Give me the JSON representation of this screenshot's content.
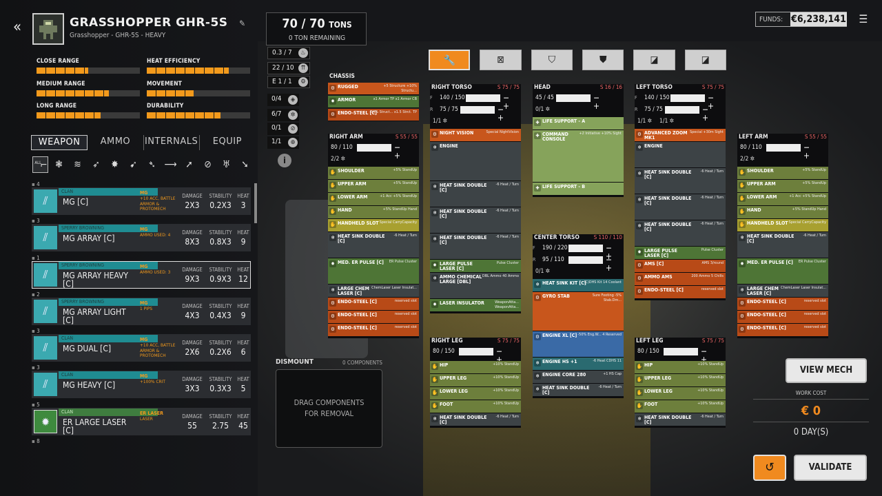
{
  "mech": {
    "title": "GRASSHOPPER GHR-5S",
    "subtitle": "Grasshopper - GHR-5S - HEAVY"
  },
  "tons": {
    "current": "70",
    "max": "70",
    "unit": "TONS",
    "remaining": "0 TON REMAINING"
  },
  "funds": {
    "label": "FUNDS:",
    "value": "€6,238,141"
  },
  "stats": [
    {
      "label": "CLOSE RANGE",
      "level": 0.5
    },
    {
      "label": "HEAT EFFICIENCY",
      "level": 0.79
    },
    {
      "label": "MEDIUM RANGE",
      "level": 0.7
    },
    {
      "label": "MOVEMENT",
      "level": 0.45
    },
    {
      "label": "LONG RANGE",
      "level": 0.62
    },
    {
      "label": "DURABILITY",
      "level": 0.71
    }
  ],
  "midstats": [
    {
      "value": "0.3 / 7",
      "icon": "heat-icon"
    },
    {
      "value": "22 / 10",
      "icon": "jump-icon"
    },
    {
      "value": "E 1 / 1",
      "icon": "engine-icon"
    },
    {
      "value": "0/4",
      "icon": "armor-icon"
    },
    {
      "value": "6/7",
      "icon": "heatsink-icon"
    },
    {
      "value": "0/1",
      "icon": "ams-icon"
    },
    {
      "value": "1/1",
      "icon": "target-icon"
    }
  ],
  "tabs": [
    "WEAPON",
    "AMMO",
    "INTERNALS",
    "EQUIP"
  ],
  "filter_all": "ALL",
  "weapon_head": {
    "damage": "DAMAGE",
    "stability": "STABILITY",
    "heat": "HEAT"
  },
  "weapons": [
    {
      "count": "4",
      "maker": "CLAN",
      "name": "MG [C]",
      "cls": "MG",
      "note": "+10 ACC, BATTLE ARMOR & PROTOMECH",
      "damage": "2X3",
      "stability": "0.2X3",
      "heat": "3"
    },
    {
      "count": "3",
      "maker": "SPERRY BROWNING",
      "name": "MG ARRAY [C]",
      "cls": "MG",
      "note": "AMMO USED: 4",
      "damage": "8X3",
      "stability": "0.8X3",
      "heat": "9"
    },
    {
      "count": "1",
      "maker": "SPERRY BROWNING",
      "name": "MG ARRAY HEAVY [C]",
      "cls": "MG",
      "note": "AMMO USED: 3",
      "damage": "9X3",
      "stability": "0.9X3",
      "heat": "12"
    },
    {
      "count": "2",
      "maker": "SPERRY BROWNING",
      "name": "MG ARRAY LIGHT [C]",
      "cls": "MG",
      "note": "1 PIPS",
      "damage": "4X3",
      "stability": "0.4X3",
      "heat": "9"
    },
    {
      "count": "3",
      "maker": "CLAN",
      "name": "MG DUAL [C]",
      "cls": "MG",
      "note": "+10 ACC, BATTLE ARMOR & PROTOMECH",
      "damage": "2X6",
      "stability": "0.2X6",
      "heat": "6"
    },
    {
      "count": "3",
      "maker": "CLAN",
      "name": "MG HEAVY [C]",
      "cls": "MG",
      "note": "+100% CRIT",
      "damage": "3X3",
      "stability": "0.3X3",
      "heat": "5"
    },
    {
      "count": "5",
      "maker": "CLAN",
      "name": "ER LARGE LASER [C]",
      "cls": "ER LASER",
      "note": "LASER",
      "damage": "55",
      "stability": "2.75",
      "heat": "45"
    },
    {
      "count": "8",
      "maker": "",
      "name": "",
      "cls": "",
      "note": "",
      "damage": "",
      "stability": "",
      "heat": ""
    }
  ],
  "info_label": "i",
  "dismount": {
    "title": "DISMOUNT",
    "count": "0 COMPONENTS",
    "drop": "DRAG COMPONENTS FOR REMOVAL"
  },
  "topbuttons": [
    "wrench-icon",
    "x-square-icon",
    "x-shield-icon",
    "shield-icon",
    "slash-icon",
    "slash-icon"
  ],
  "chassis": {
    "title": "CHASSIS",
    "slots": [
      {
        "name": "RUGGED",
        "desc": "+5 Structure +10% Structu...",
        "color": "orange"
      },
      {
        "name": "ARMOR",
        "desc": "x1 Armor TP x1 Armor CB",
        "color": "green"
      },
      {
        "name": "ENDO-STEEL [C]",
        "desc": "-50% Struct... x1.5 Strct. TP",
        "color": "orange2"
      }
    ]
  },
  "locations": {
    "right_arm": {
      "title": "RIGHT ARM",
      "slots": "S 55 / 55",
      "armor": [
        {
          "f": "",
          "v": "80 / 110"
        }
      ],
      "counts": [
        "2/2"
      ],
      "items": [
        {
          "name": "SHOULDER",
          "desc": "+5% StandUp",
          "c": "olive"
        },
        {
          "name": "UPPER ARM",
          "desc": "+5% StandUp",
          "c": "olive"
        },
        {
          "name": "LOWER ARM",
          "desc": "+1 Acc +5% StandUp",
          "c": "olive"
        },
        {
          "name": "HAND",
          "desc": "+5% StandUp Hand",
          "c": "olive"
        },
        {
          "name": "HANDHELD SLOT",
          "desc": "Special CarryCapacity",
          "c": "yellow"
        },
        {
          "name": "HEAT SINK DOUBLE [C]",
          "desc": "-6 Heat / Turn",
          "c": "grey",
          "h": 2
        },
        {
          "name": "MED. ER PULSE [C]",
          "desc": "ER Pulse Cluster",
          "c": "green",
          "h": 2
        },
        {
          "name": "LARGE CHEM LASER [C]",
          "desc": "ChemLaser Laser Insulat...",
          "c": "grey"
        },
        {
          "name": "ENDO-STEEL [C]",
          "desc": "reserved slot",
          "c": "orange2"
        },
        {
          "name": "ENDO-STEEL [C]",
          "desc": "reserved slot",
          "c": "orange2"
        },
        {
          "name": "ENDO-STEEL [C]",
          "desc": "reserved slot",
          "c": "orange2"
        }
      ]
    },
    "right_torso": {
      "title": "RIGHT TORSO",
      "slots": "S 75 / 75",
      "armor": [
        {
          "f": "F",
          "v": "140 / 150"
        },
        {
          "f": "R",
          "v": "75 / 75"
        }
      ],
      "counts": [
        "1/1"
      ],
      "items": [
        {
          "name": "NIGHT VISION",
          "desc": "Special NightVision",
          "c": "orange"
        },
        {
          "name": "ENGINE",
          "desc": "",
          "c": "grey",
          "h": 3
        },
        {
          "name": "HEAT SINK DOUBLE [C]",
          "desc": "-6 Heat / Turn",
          "c": "grey",
          "h": 2
        },
        {
          "name": "HEAT SINK DOUBLE [C]",
          "desc": "-6 Heat / Turn",
          "c": "grey",
          "h": 2
        },
        {
          "name": "HEAT SINK DOUBLE [C]",
          "desc": "-6 Heat / Turn",
          "c": "grey",
          "h": 2
        },
        {
          "name": "LARGE PULSE LASER [C]",
          "desc": "Pulse Cluster",
          "c": "green"
        },
        {
          "name": "AMMO CHEMICAL LARGE [DBL]",
          "desc": "DBL Ammo 40 Ammo",
          "c": "grey",
          "h": 2
        },
        {
          "name": "LASER INSULATOR",
          "desc": "WeaponAtta... WeaponAtta...",
          "c": "green"
        }
      ]
    },
    "head": {
      "title": "HEAD",
      "slots": "S 16 / 16",
      "armor": [
        {
          "f": "",
          "v": "45 / 45"
        }
      ],
      "counts": [
        "0/1"
      ],
      "items": [
        {
          "name": "LIFE SUPPORT - A",
          "desc": "",
          "c": "ltgreen"
        },
        {
          "name": "COMMAND CONSOLE",
          "desc": "+2 Initiative +10% Sight",
          "c": "ltgreen",
          "h": 4
        },
        {
          "name": "LIFE SUPPORT - B",
          "desc": "",
          "c": "ltgreen"
        }
      ]
    },
    "center_torso": {
      "title": "CENTER TORSO",
      "slots": "S 110 / 110",
      "armor": [
        {
          "f": "F",
          "v": "190 / 220"
        },
        {
          "f": "R",
          "v": "95 / 110"
        }
      ],
      "counts": [
        "0/1"
      ],
      "items": [
        {
          "name": "HEAT SINK KIT [C]",
          "desc": "(C)DHS Kit 14 Coolant",
          "c": "teal"
        },
        {
          "name": "GYRO STAB",
          "desc": "Sure Footing -5% Stab.Dm...",
          "c": "orange",
          "h": 3
        },
        {
          "name": "ENGINE XL [C]",
          "desc": "-50% Eng.W... 4 Reserved",
          "c": "blue",
          "h": 2
        },
        {
          "name": "ENGINE HS +1",
          "desc": "-6 Heat CDHS 11",
          "c": "teal"
        },
        {
          "name": "ENGINE CORE 280",
          "desc": "+1 HS Cap",
          "c": "grey"
        },
        {
          "name": "HEAT SINK DOUBLE [C]",
          "desc": "-6 Heat / Turn",
          "c": "grey"
        }
      ]
    },
    "left_torso": {
      "title": "LEFT TORSO",
      "slots": "S 75 / 75",
      "armor": [
        {
          "f": "F",
          "v": "140 / 150"
        },
        {
          "f": "R",
          "v": "75 / 75"
        }
      ],
      "counts": [
        "1/1",
        "1/1"
      ],
      "items": [
        {
          "name": "ADVANCED ZOOM MK1",
          "desc": "Special +30m Sight",
          "c": "orange"
        },
        {
          "name": "ENGINE",
          "desc": "",
          "c": "grey",
          "h": 2
        },
        {
          "name": "HEAT SINK DOUBLE [C]",
          "desc": "-6 Heat / Turn",
          "c": "grey",
          "h": 2
        },
        {
          "name": "HEAT SINK DOUBLE [C]",
          "desc": "-6 Heat / Turn",
          "c": "grey",
          "h": 2
        },
        {
          "name": "HEAT SINK DOUBLE [C]",
          "desc": "-6 Heat / Turn",
          "c": "grey",
          "h": 2
        },
        {
          "name": "LARGE PULSE LASER [C]",
          "desc": "Pulse Cluster",
          "c": "green"
        },
        {
          "name": "AMS [C]",
          "desc": "AMS 3/round",
          "c": "orange2"
        },
        {
          "name": "AMMO AMS",
          "desc": "200 Ammo 5 Chills",
          "c": "orange2"
        },
        {
          "name": "ENDO-STEEL [C]",
          "desc": "reserved slot",
          "c": "orange2"
        }
      ]
    },
    "left_arm": {
      "title": "LEFT ARM",
      "slots": "S 55 / 55",
      "armor": [
        {
          "f": "",
          "v": "80 / 110"
        }
      ],
      "counts": [
        "2/2"
      ],
      "items": [
        {
          "name": "SHOULDER",
          "desc": "+5% StandUp",
          "c": "olive"
        },
        {
          "name": "UPPER ARM",
          "desc": "+5% StandUp",
          "c": "olive"
        },
        {
          "name": "LOWER ARM",
          "desc": "+1 Acc +5% StandUp",
          "c": "olive"
        },
        {
          "name": "HAND",
          "desc": "+5% StandUp Hand",
          "c": "olive"
        },
        {
          "name": "HANDHELD SLOT",
          "desc": "Special CarryCapacity",
          "c": "yellow"
        },
        {
          "name": "HEAT SINK DOUBLE [C]",
          "desc": "-6 Heat / Turn",
          "c": "grey",
          "h": 2
        },
        {
          "name": "MED. ER PULSE [C]",
          "desc": "ER Pulse Cluster",
          "c": "green",
          "h": 2
        },
        {
          "name": "LARGE CHEM LASER [C]",
          "desc": "ChemLaser Laser Insulat...",
          "c": "grey"
        },
        {
          "name": "ENDO-STEEL [C]",
          "desc": "reserved slot",
          "c": "orange2"
        },
        {
          "name": "ENDO-STEEL [C]",
          "desc": "reserved slot",
          "c": "orange2"
        },
        {
          "name": "ENDO-STEEL [C]",
          "desc": "reserved slot",
          "c": "orange2"
        }
      ]
    },
    "right_leg": {
      "title": "RIGHT LEG",
      "slots": "S 75 / 75",
      "armor": [
        {
          "f": "",
          "v": "80 / 150"
        }
      ],
      "counts": [],
      "items": [
        {
          "name": "HIP",
          "desc": "+10% StandUp",
          "c": "olive"
        },
        {
          "name": "UPPER LEG",
          "desc": "+10% StandUp",
          "c": "olive"
        },
        {
          "name": "LOWER LEG",
          "desc": "+10% StandUp",
          "c": "olive"
        },
        {
          "name": "FOOT",
          "desc": "+10% StandUp",
          "c": "olive"
        },
        {
          "name": "HEAT SINK DOUBLE [C]",
          "desc": "-6 Heat / Turn",
          "c": "grey"
        }
      ]
    },
    "left_leg": {
      "title": "LEFT LEG",
      "slots": "S 75 / 75",
      "armor": [
        {
          "f": "",
          "v": "80 / 150"
        }
      ],
      "counts": [],
      "items": [
        {
          "name": "HIP",
          "desc": "+10% StandUp",
          "c": "olive"
        },
        {
          "name": "UPPER LEG",
          "desc": "+10% StandUp",
          "c": "olive"
        },
        {
          "name": "LOWER LEG",
          "desc": "+10% StandUp",
          "c": "olive"
        },
        {
          "name": "FOOT",
          "desc": "+10% StandUp",
          "c": "olive"
        },
        {
          "name": "HEAT SINK DOUBLE [C]",
          "desc": "-6 Heat / Turn",
          "c": "grey"
        }
      ]
    }
  },
  "actions": {
    "view_mech": "VIEW MECH",
    "work_cost_label": "WORK COST",
    "work_cost": "€ 0",
    "days": "0 DAY(S)",
    "validate": "VALIDATE"
  }
}
